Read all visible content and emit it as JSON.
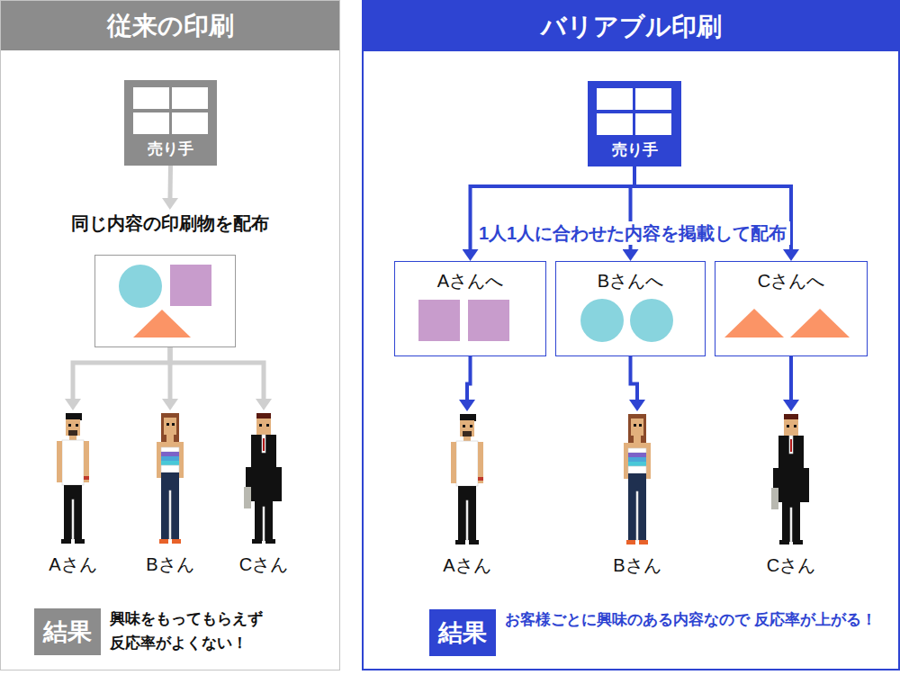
{
  "diagram": {
    "nodes": [
      {
        "text": [
          "従来の印刷"
        ]
      },
      {
        "text": [
          "売り手"
        ],
        "in": 0
      },
      {
        "text": [
          "同じ内容の印刷物を配布"
        ],
        "in": 0
      },
      {
        "text": [
          "Aさん"
        ],
        "in": 0
      },
      {
        "text": [
          "Bさん"
        ],
        "in": 0
      },
      {
        "text": [
          "Cさん"
        ],
        "in": 0
      },
      {
        "text": [
          "結果",
          "興味をもってもらえず 反応率がよくない！"
        ],
        "in": 0
      },
      {
        "text": [
          "バリアブル印刷"
        ]
      },
      {
        "text": [
          "売り手"
        ],
        "in": 7
      },
      {
        "text": [
          "Aさんへ"
        ],
        "in": 7
      },
      {
        "text": [
          "Bさんへ"
        ],
        "in": 7
      },
      {
        "text": [
          "Cさんへ"
        ],
        "in": 7
      },
      {
        "text": [
          "Aさん"
        ],
        "in": 7
      },
      {
        "text": [
          "Bさん"
        ],
        "in": 7
      },
      {
        "text": [
          "Cさん"
        ],
        "in": 7
      },
      {
        "text": [
          "結果",
          "お客様ごとに興味のある内容なので 反応率が上がる！"
        ],
        "in": 7
      }
    ],
    "edges": [
      {
        "from": 1,
        "to": 2,
        "arrow": "to"
      },
      {
        "from": 2,
        "to": 3,
        "arrow": "to"
      },
      {
        "from": 2,
        "to": 4,
        "arrow": "to"
      },
      {
        "from": 2,
        "to": 5,
        "arrow": "to"
      },
      {
        "from": 8,
        "to": 9,
        "arrow": "to"
      },
      {
        "from": 8,
        "to": 10,
        "arrow": "to"
      },
      {
        "from": 8,
        "to": 11,
        "arrow": "to"
      },
      {
        "from": 9,
        "to": 12,
        "arrow": "to"
      },
      {
        "from": 10,
        "to": 13,
        "arrow": "to"
      },
      {
        "from": 11,
        "to": 14,
        "arrow": "to"
      }
    ],
    "labels": [
      "1人1人に合わせた内容を掲載して配布"
    ]
  }
}
